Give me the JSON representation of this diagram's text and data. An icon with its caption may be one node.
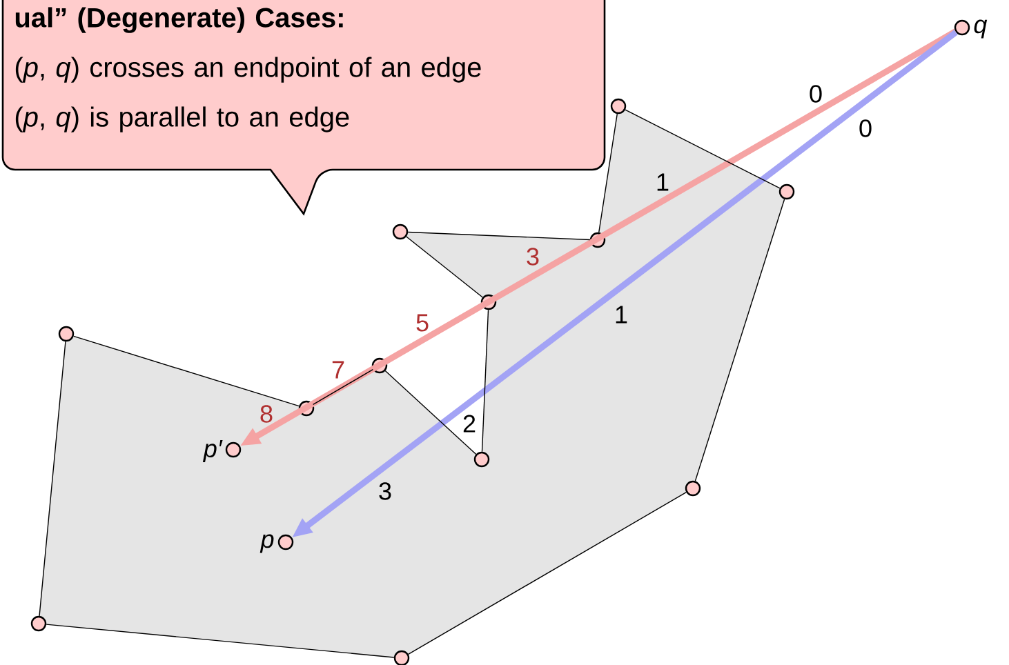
{
  "diagram": {
    "nodes": [
      {
        "text": [
          "ual” (Degenerate) Cases:",
          "(*p*, *q*) crosses an endpoint of an edge",
          "(*p*, *q*) is parallel to an edge"
        ]
      },
      {
        "text": [],
        "shape": "circle",
        "beside": [
          "q"
        ]
      },
      {
        "text": [],
        "shape": "circle"
      },
      {
        "text": [],
        "shape": "circle"
      },
      {
        "text": [],
        "shape": "circle"
      },
      {
        "text": [],
        "shape": "circle"
      },
      {
        "text": [],
        "shape": "circle"
      },
      {
        "text": [],
        "shape": "circle"
      },
      {
        "text": [],
        "shape": "circle"
      },
      {
        "text": [],
        "shape": "circle"
      },
      {
        "text": [],
        "shape": "circle",
        "beside": [
          "p′"
        ]
      },
      {
        "text": [],
        "shape": "circle"
      },
      {
        "text": [],
        "shape": "circle"
      },
      {
        "text": [],
        "shape": "circle",
        "beside": [
          "p"
        ]
      },
      {
        "text": [],
        "shape": "circle"
      },
      {
        "text": [],
        "shape": "circle"
      }
    ],
    "edges": [
      {
        "from": 1,
        "to": 10,
        "arrow": "to",
        "style": "thick",
        "color": "#f5a3a3"
      },
      {
        "from": 1,
        "to": 13,
        "arrow": "to",
        "style": "thick",
        "color": "#a3a3f5"
      },
      {
        "from": 7,
        "to": 9,
        "arrow": "none"
      },
      {
        "from": 9,
        "to": 8,
        "arrow": "none"
      },
      {
        "from": 8,
        "to": 11,
        "arrow": "none"
      },
      {
        "from": 11,
        "to": 6,
        "arrow": "none"
      },
      {
        "from": 6,
        "to": 4,
        "arrow": "none"
      },
      {
        "from": 4,
        "to": 5,
        "arrow": "none"
      },
      {
        "from": 5,
        "to": 2,
        "arrow": "none"
      },
      {
        "from": 2,
        "to": 3,
        "arrow": "none"
      },
      {
        "from": 3,
        "to": 12,
        "arrow": "none"
      },
      {
        "from": 12,
        "to": 15,
        "arrow": "none"
      },
      {
        "from": 15,
        "to": 14,
        "arrow": "none"
      },
      {
        "from": 14,
        "to": 7,
        "arrow": "none"
      }
    ],
    "labels": [
      "0",
      "0",
      "1",
      "3",
      "1",
      "5",
      "7",
      "8",
      "2",
      "3"
    ]
  }
}
